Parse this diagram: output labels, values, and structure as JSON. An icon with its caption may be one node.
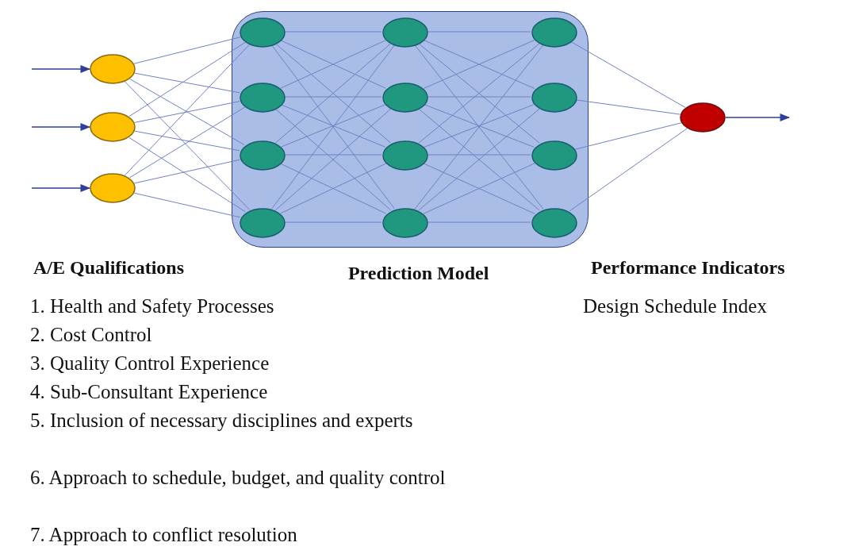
{
  "diagram": {
    "nodes": [
      {
        "text": [],
        "shape": "circle"
      },
      {
        "text": [],
        "shape": "circle"
      },
      {
        "text": [],
        "shape": "circle"
      },
      {
        "text": [
          "Prediction Model"
        ]
      },
      {
        "text": [],
        "shape": "circle",
        "in": 3
      },
      {
        "text": [],
        "shape": "circle",
        "in": 3
      },
      {
        "text": [],
        "shape": "circle",
        "in": 3
      },
      {
        "text": [],
        "shape": "circle",
        "in": 3
      },
      {
        "text": [],
        "shape": "circle",
        "in": 3
      },
      {
        "text": [],
        "shape": "circle",
        "in": 3
      },
      {
        "text": [],
        "shape": "circle",
        "in": 3
      },
      {
        "text": [],
        "shape": "circle",
        "in": 3
      },
      {
        "text": [],
        "shape": "circle",
        "in": 3
      },
      {
        "text": [],
        "shape": "circle",
        "in": 3
      },
      {
        "text": [],
        "shape": "circle",
        "in": 3
      },
      {
        "text": [],
        "shape": "circle",
        "in": 3
      },
      {
        "text": [],
        "shape": "circle"
      }
    ],
    "edges": [
      {
        "from": null,
        "to": 0,
        "arrow": "to"
      },
      {
        "from": null,
        "to": 1,
        "arrow": "to"
      },
      {
        "from": null,
        "to": 2,
        "arrow": "to"
      },
      {
        "from": 0,
        "to": 4,
        "arrow": "none"
      },
      {
        "from": 0,
        "to": 5,
        "arrow": "none"
      },
      {
        "from": 0,
        "to": 6,
        "arrow": "none"
      },
      {
        "from": 0,
        "to": 7,
        "arrow": "none"
      },
      {
        "from": 1,
        "to": 4,
        "arrow": "none"
      },
      {
        "from": 1,
        "to": 5,
        "arrow": "none"
      },
      {
        "from": 1,
        "to": 6,
        "arrow": "none"
      },
      {
        "from": 1,
        "to": 7,
        "arrow": "none"
      },
      {
        "from": 2,
        "to": 4,
        "arrow": "none"
      },
      {
        "from": 2,
        "to": 5,
        "arrow": "none"
      },
      {
        "from": 2,
        "to": 6,
        "arrow": "none"
      },
      {
        "from": 2,
        "to": 7,
        "arrow": "none"
      },
      {
        "from": 4,
        "to": 8,
        "arrow": "none"
      },
      {
        "from": 4,
        "to": 9,
        "arrow": "none"
      },
      {
        "from": 4,
        "to": 10,
        "arrow": "none"
      },
      {
        "from": 4,
        "to": 11,
        "arrow": "none"
      },
      {
        "from": 5,
        "to": 8,
        "arrow": "none"
      },
      {
        "from": 5,
        "to": 9,
        "arrow": "none"
      },
      {
        "from": 5,
        "to": 10,
        "arrow": "none"
      },
      {
        "from": 5,
        "to": 11,
        "arrow": "none"
      },
      {
        "from": 6,
        "to": 8,
        "arrow": "none"
      },
      {
        "from": 6,
        "to": 9,
        "arrow": "none"
      },
      {
        "from": 6,
        "to": 10,
        "arrow": "none"
      },
      {
        "from": 6,
        "to": 11,
        "arrow": "none"
      },
      {
        "from": 7,
        "to": 8,
        "arrow": "none"
      },
      {
        "from": 7,
        "to": 9,
        "arrow": "none"
      },
      {
        "from": 7,
        "to": 10,
        "arrow": "none"
      },
      {
        "from": 7,
        "to": 11,
        "arrow": "none"
      },
      {
        "from": 8,
        "to": 12,
        "arrow": "none"
      },
      {
        "from": 8,
        "to": 13,
        "arrow": "none"
      },
      {
        "from": 8,
        "to": 14,
        "arrow": "none"
      },
      {
        "from": 8,
        "to": 15,
        "arrow": "none"
      },
      {
        "from": 9,
        "to": 12,
        "arrow": "none"
      },
      {
        "from": 9,
        "to": 13,
        "arrow": "none"
      },
      {
        "from": 9,
        "to": 14,
        "arrow": "none"
      },
      {
        "from": 9,
        "to": 15,
        "arrow": "none"
      },
      {
        "from": 10,
        "to": 12,
        "arrow": "none"
      },
      {
        "from": 10,
        "to": 13,
        "arrow": "none"
      },
      {
        "from": 10,
        "to": 14,
        "arrow": "none"
      },
      {
        "from": 10,
        "to": 15,
        "arrow": "none"
      },
      {
        "from": 11,
        "to": 12,
        "arrow": "none"
      },
      {
        "from": 11,
        "to": 13,
        "arrow": "none"
      },
      {
        "from": 11,
        "to": 14,
        "arrow": "none"
      },
      {
        "from": 11,
        "to": 15,
        "arrow": "none"
      },
      {
        "from": 12,
        "to": 16,
        "arrow": "none"
      },
      {
        "from": 13,
        "to": 16,
        "arrow": "none"
      },
      {
        "from": 14,
        "to": 16,
        "arrow": "none"
      },
      {
        "from": 15,
        "to": 16,
        "arrow": "none"
      },
      {
        "from": 16,
        "to": null,
        "arrow": "to"
      }
    ],
    "labels": [
      "A/E Qualifications",
      "Performance Indicators",
      "1. Health and Safety Processes",
      "Design Schedule Index",
      "2. Cost Control",
      "3. Quality Control Experience",
      "4. Sub-Consultant Experience",
      "5. Inclusion of necessary disciplines and experts",
      "6. Approach to schedule, budget, and quality control",
      "7. Approach to conflict resolution"
    ]
  }
}
